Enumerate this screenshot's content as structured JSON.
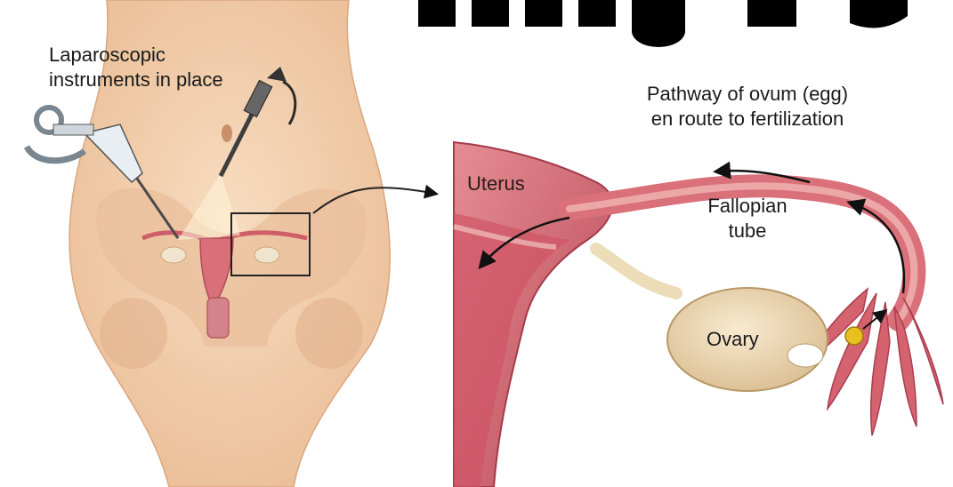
{
  "labels": {
    "instruments_line1": "Laparoscopic",
    "instruments_line2": "instruments in place",
    "pathway_line1": "Pathway of ovum (egg)",
    "pathway_line2": "en route to fertilization",
    "uterus": "Uterus",
    "fallopian_line1": "Fallopian",
    "fallopian_line2": "tube",
    "ovary": "Ovary"
  },
  "colors": {
    "skin": "#f3d2b1",
    "skin_shadow": "#e2b48e",
    "uterus_pink": "#d9707a",
    "tissue_light": "#f2c2bd",
    "ovary_cream": "#efdcb9",
    "egg_yellow": "#e8c020",
    "header_black": "#000000"
  }
}
